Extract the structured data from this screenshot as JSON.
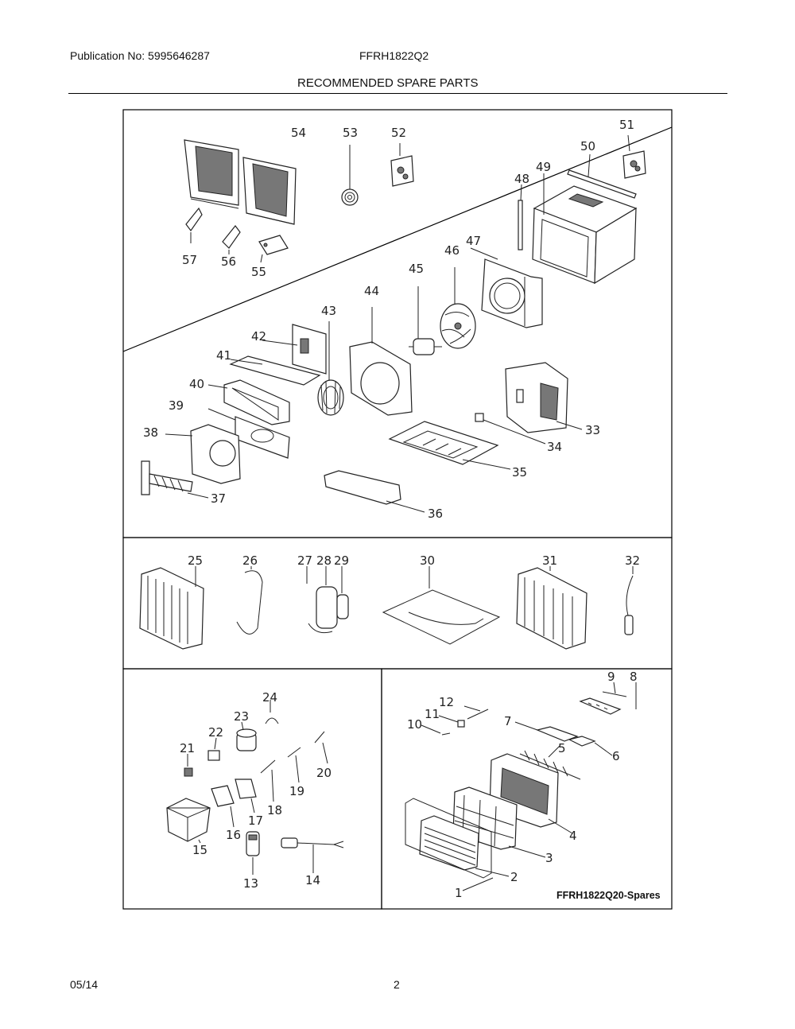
{
  "header": {
    "publication": "Publication No: 5995646287",
    "model": "FFRH1822Q2",
    "title": "RECOMMENDED SPARE PARTS"
  },
  "footer": {
    "date": "05/14",
    "page": "2"
  },
  "diagram": {
    "spares_label": "FFRH1822Q20-Spares",
    "part_numbers": [
      "1",
      "2",
      "3",
      "4",
      "5",
      "6",
      "7",
      "8",
      "9",
      "10",
      "11",
      "12",
      "13",
      "14",
      "15",
      "16",
      "17",
      "18",
      "19",
      "20",
      "21",
      "22",
      "23",
      "24",
      "25",
      "26",
      "27",
      "28",
      "29",
      "30",
      "31",
      "32",
      "33",
      "34",
      "35",
      "36",
      "37",
      "38",
      "39",
      "40",
      "41",
      "42",
      "43",
      "44",
      "45",
      "46",
      "47",
      "48",
      "49",
      "50",
      "51",
      "52",
      "53",
      "54",
      "55",
      "56",
      "57"
    ]
  }
}
